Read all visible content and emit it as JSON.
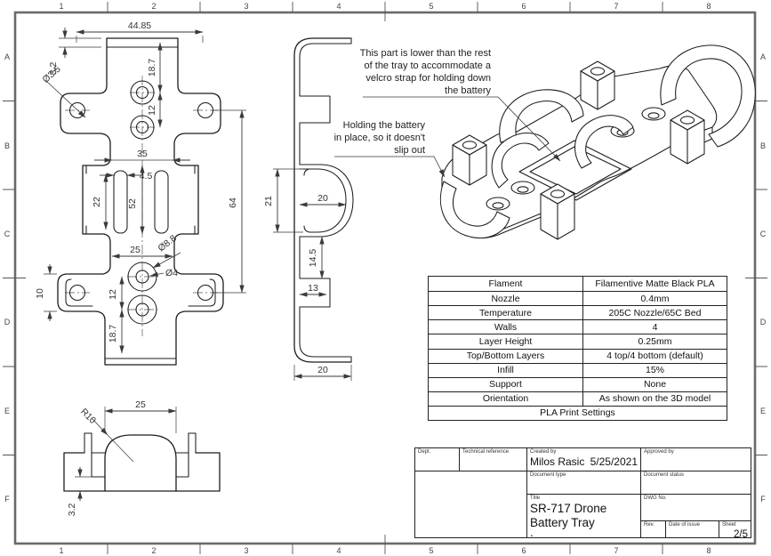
{
  "colors": {
    "line": "#1c1c1c",
    "frame_border": "#6a6a6a",
    "dim_text": "#333333",
    "background": "#ffffff"
  },
  "frame": {
    "cols": [
      "1",
      "2",
      "3",
      "4",
      "5",
      "6",
      "7",
      "8"
    ],
    "rows": [
      "A",
      "B",
      "C",
      "D",
      "E",
      "F"
    ]
  },
  "notes": {
    "velcro": {
      "l1": "This part is lower than the rest",
      "l2": "of the tray to accommodate a",
      "l3": "velcro strap for holding down",
      "l4": "the battery"
    },
    "holding": {
      "l1": "Holding the battery",
      "l2": "in place, so it doesn't",
      "l3": "slip out"
    }
  },
  "front_view": {
    "dims": {
      "overall_width": "44.85",
      "cap_thickness": "3.2",
      "ear_hole_dia": "Ø3.5",
      "hole_offset": "18.7",
      "hole_spacing": "12",
      "neck_width": "35",
      "slot_width": "4.5",
      "slot_span": "22",
      "mid_height": "52",
      "hole_span": "64",
      "lower_width": "25",
      "boss_dia": "Ø8.8",
      "hole_dia": "Ø4",
      "ear_height": "10",
      "lower_hole_spacing": "12",
      "bottom_offset": "18.7"
    }
  },
  "side_view": {
    "dims": {
      "clip_opening": "21",
      "clip_depth": "20",
      "lower_gap": "14.5",
      "block_width": "13",
      "hook_width": "20"
    }
  },
  "bottom_view": {
    "dims": {
      "cradle_width": "25",
      "cradle_radius": "R10",
      "base_step": "3.2"
    }
  },
  "settings_table": {
    "rows": [
      {
        "label": "Flament",
        "value": "Filamentive Matte Black PLA"
      },
      {
        "label": "Nozzle",
        "value": "0.4mm"
      },
      {
        "label": "Temperature",
        "value": "205C Nozzle/65C Bed"
      },
      {
        "label": "Walls",
        "value": "4"
      },
      {
        "label": "Layer Height",
        "value": "0.25mm"
      },
      {
        "label": "Top/Bottom Layers",
        "value": "4 top/4 bottom (default)"
      },
      {
        "label": "Infill",
        "value": "15%"
      },
      {
        "label": "Support",
        "value": "None"
      },
      {
        "label": "Orientation",
        "value": "As shown on the 3D model"
      }
    ],
    "footer": "PLA Print Settings"
  },
  "title_block": {
    "dept_label": "Dept.",
    "tech_ref_label": "Technical reference",
    "created_by_label": "Created by",
    "created_by": "Milos Rasic",
    "created_date": "5/25/2021",
    "approved_by_label": "Approved by",
    "doc_type_label": "Document type",
    "doc_status_label": "Document status",
    "title_label": "Title",
    "title_line1": "SR-717 Drone",
    "title_line2": "Battery Tray",
    "title_line3": ".",
    "dwg_no_label": "DWG No.",
    "rev_label": "Rev.",
    "date_of_issue_label": "Date of issue",
    "sheet_label": "Sheet",
    "sheet_value": "2/5"
  }
}
